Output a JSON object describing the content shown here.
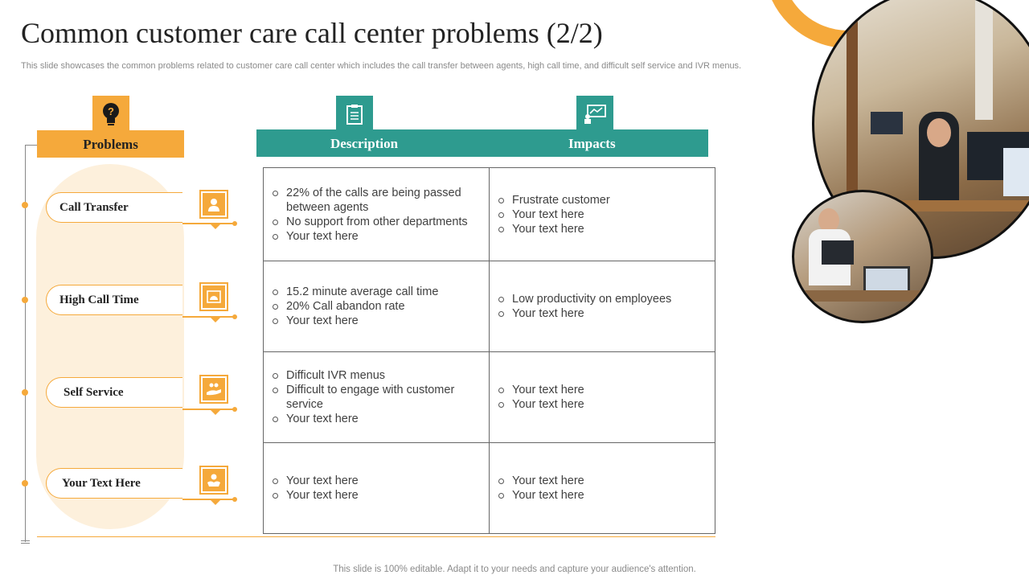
{
  "header": {
    "title": "Common customer care call center problems (2/2)",
    "subtitle": "This slide showcases the common problems related to customer care call center which includes the call transfer between agents, high call time, and difficult self service and IVR menus."
  },
  "columns": {
    "problems": "Problems",
    "description": "Description",
    "impacts": "Impacts"
  },
  "rows": [
    {
      "problem": "Call Transfer",
      "icon": "agent-icon",
      "description": [
        "22% of the calls are being passed between agents",
        "No support from other departments",
        "Your text here"
      ],
      "impacts": [
        "Frustrate customer",
        "Your text here",
        "Your text here"
      ]
    },
    {
      "problem": "High Call Time",
      "icon": "gauge-icon",
      "description": [
        "15.2 minute average call time",
        "20% Call abandon rate",
        "Your text here"
      ],
      "impacts": [
        "Low productivity on employees",
        "Your text here"
      ]
    },
    {
      "problem": "Self Service",
      "icon": "hand-service-icon",
      "description": [
        "Difficult IVR menus",
        "Difficult to engage with customer service",
        "Your text here"
      ],
      "impacts": [
        "Your text here",
        "Your text here"
      ]
    },
    {
      "problem": "Your Text Here",
      "icon": "helping-hand-icon",
      "description": [
        "Your text here",
        "Your text here"
      ],
      "impacts": [
        "Your text here",
        "Your text here"
      ]
    }
  ],
  "footer": "This slide is 100% editable. Adapt it to your needs and capture your audience's attention.",
  "colors": {
    "accent_orange": "#f5a93b",
    "accent_teal": "#2e9b8f",
    "pill_bg": "#fdf0dc"
  }
}
